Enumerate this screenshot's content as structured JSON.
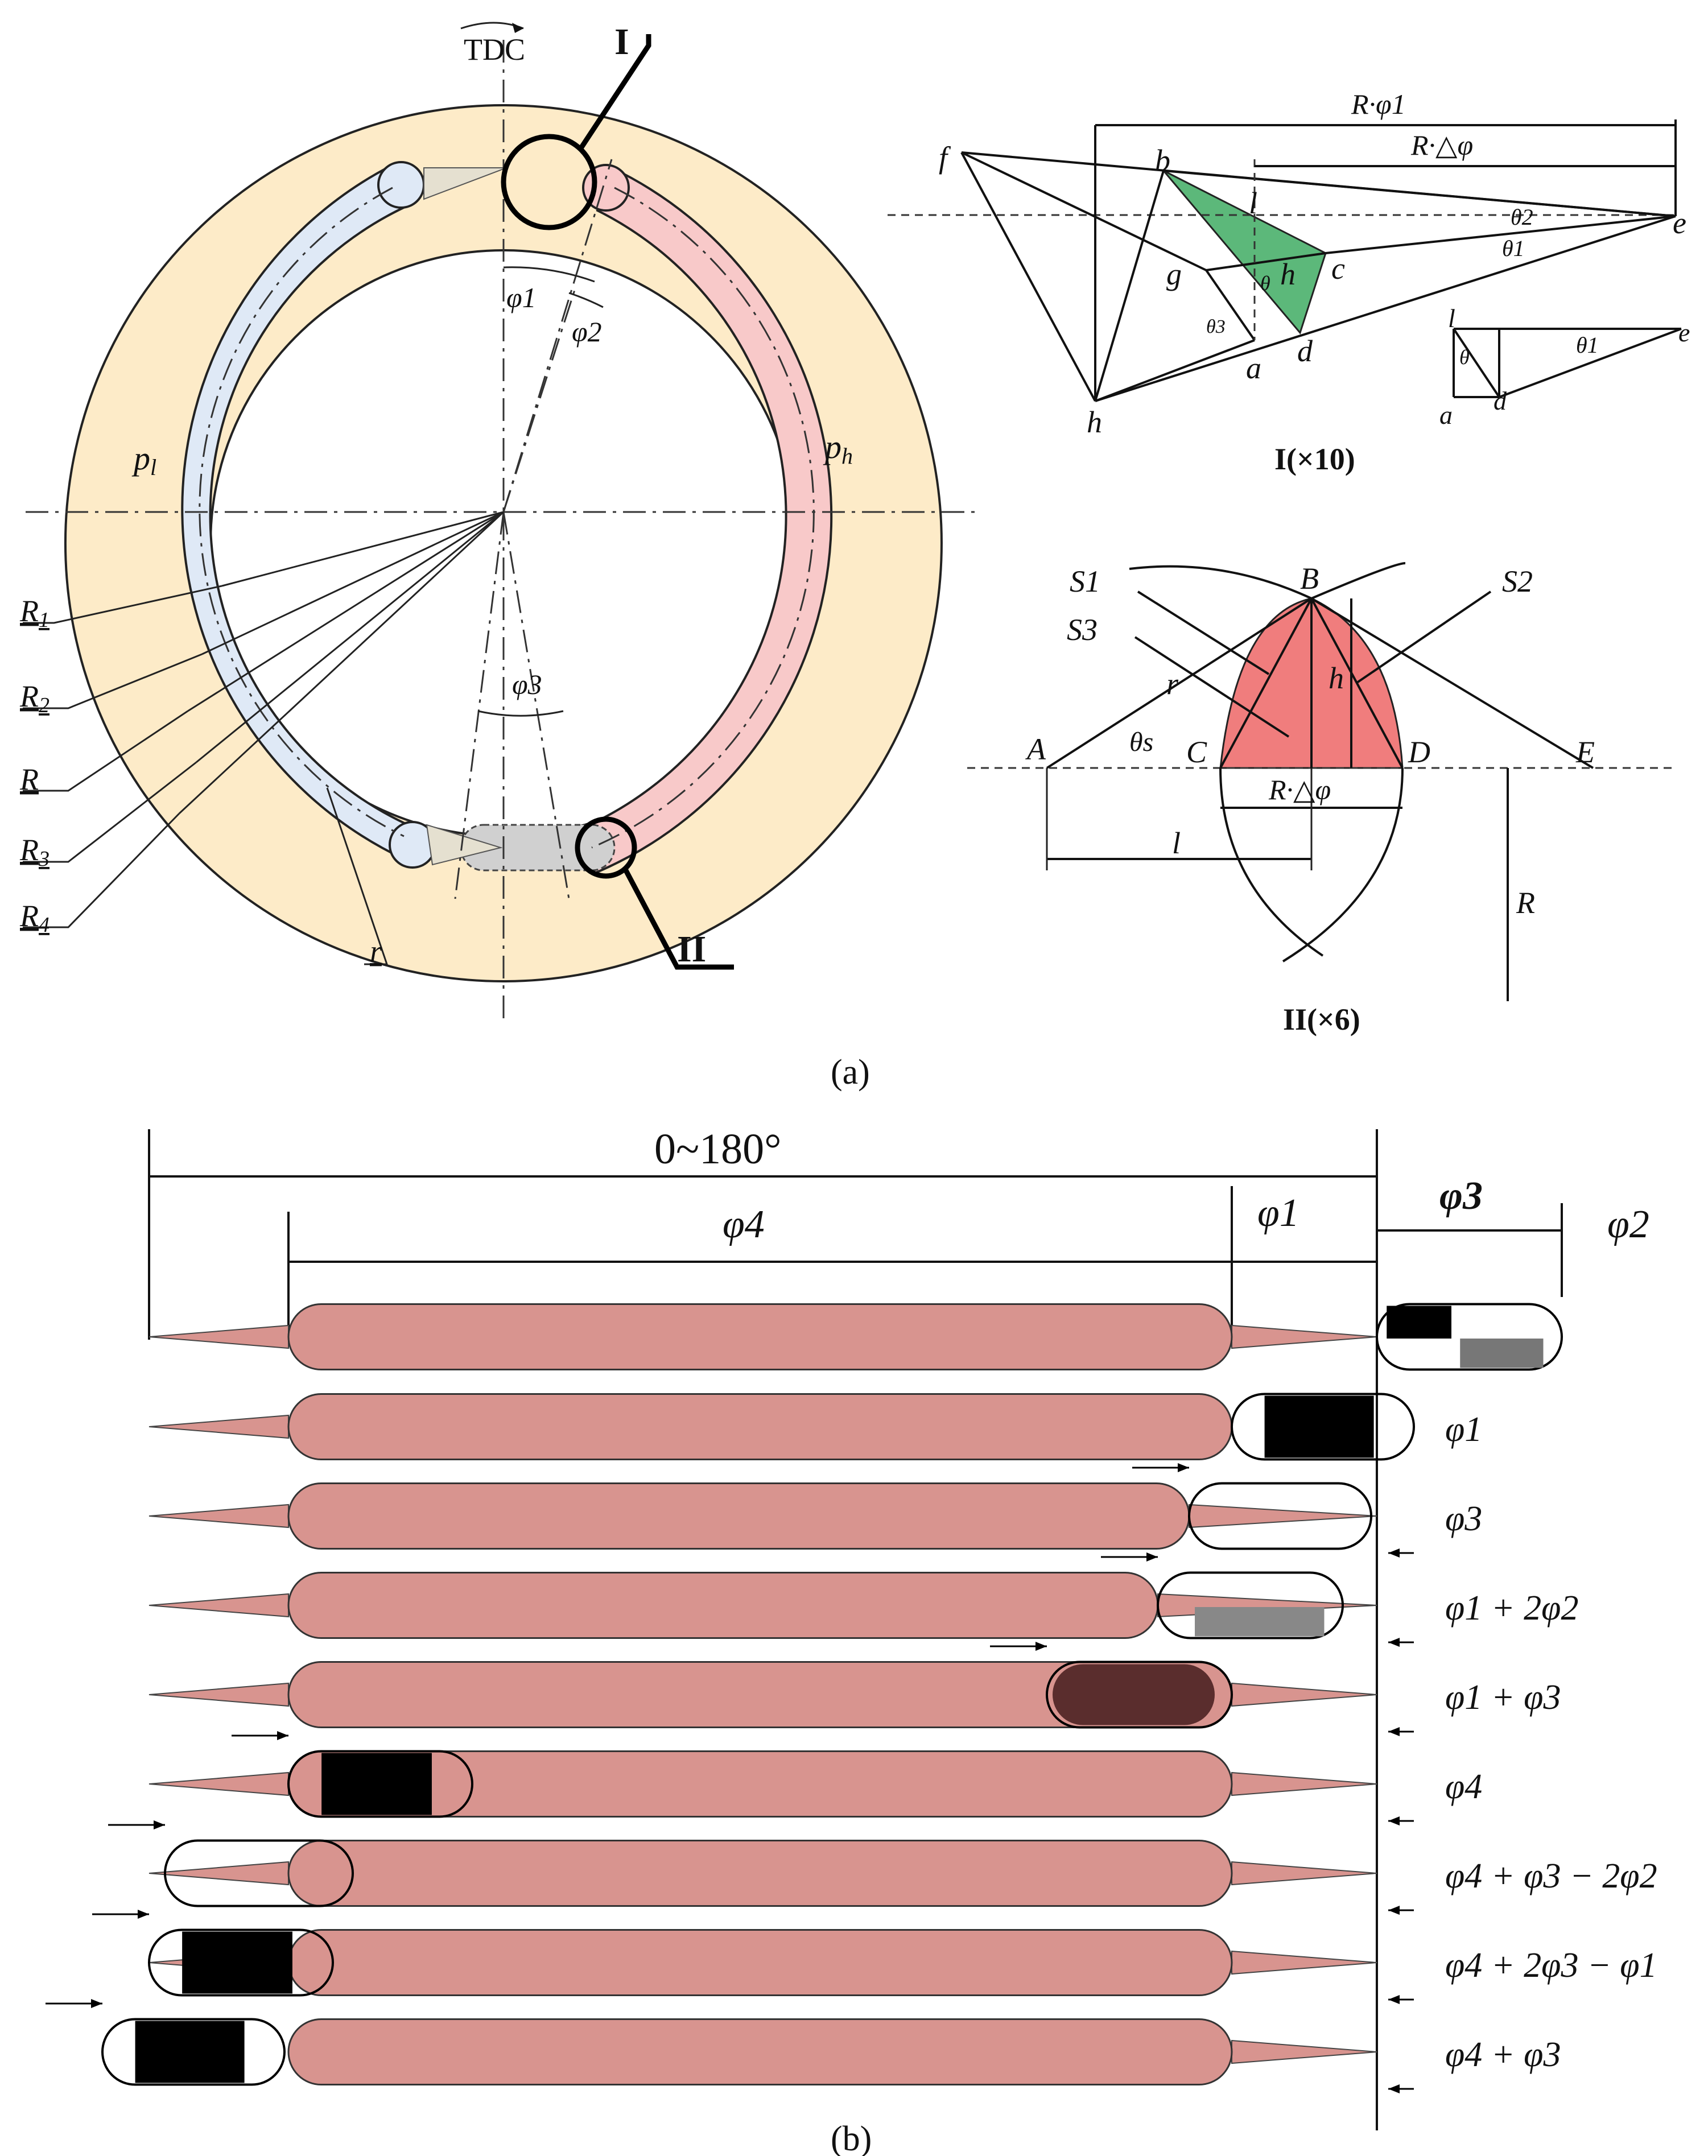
{
  "panel_a": {
    "caption": "(a)",
    "ring": {
      "tdc_label": "TDC",
      "detail_I_label": "I",
      "detail_II_label": "II",
      "phi1_label": "φ1",
      "phi2_label": "φ2",
      "phi3_label": "φ3",
      "pl_label": "p",
      "pl_sub": "l",
      "ph_label": "p",
      "ph_sub": "h",
      "radius_labels": [
        {
          "base": "R",
          "sub": "1"
        },
        {
          "base": "R",
          "sub": "2"
        },
        {
          "base": "R",
          "sub": ""
        },
        {
          "base": "R",
          "sub": "3"
        },
        {
          "base": "R",
          "sub": "4"
        }
      ],
      "r_label": "r",
      "colors": {
        "ring": "#fdebc8",
        "low_pressure": "#dfe9f6",
        "high_pressure": "#f8c9c9",
        "carryover": "#d0d0d0"
      }
    },
    "detail_I": {
      "caption": "I(×10)",
      "dim_top": "R·φ1",
      "dim_mid": "R·△φ",
      "points": [
        "f",
        "b",
        "l",
        "e",
        "g",
        "c",
        "h",
        "a",
        "d",
        "h"
      ],
      "angles": [
        "θ2",
        "θ1",
        "θ",
        "θ3"
      ],
      "inset": {
        "l": "l",
        "e": "e",
        "a": "a",
        "d": "d",
        "theta": "θ",
        "theta1": "θ1"
      },
      "color": "#5cb87a"
    },
    "detail_II": {
      "caption": "II(×6)",
      "labels": {
        "S1": "S1",
        "S2": "S2",
        "S3": "S3",
        "B": "B",
        "r": "r",
        "h": "h",
        "A": "A",
        "theta_s": "θs",
        "C": "C",
        "D": "D",
        "E": "E",
        "chord": "R·△φ",
        "l": "l",
        "R": "R"
      },
      "color": "#f07d7d"
    }
  },
  "panel_b": {
    "caption": "(b)",
    "span_label": "0~180°",
    "phi4_label": "φ4",
    "phi1_label": "φ1",
    "phi3_label": "φ3",
    "phi2_label": "φ2",
    "row_labels": [
      "",
      "φ1",
      "φ3",
      "φ1 + 2φ2",
      "φ1 + φ3",
      "φ4",
      "φ4 + φ3 − 2φ2",
      "φ4 + 2φ3 − φ1",
      "φ4 + φ3"
    ],
    "groove_color": "#d8948f",
    "groove_dark": "#c06f69"
  }
}
